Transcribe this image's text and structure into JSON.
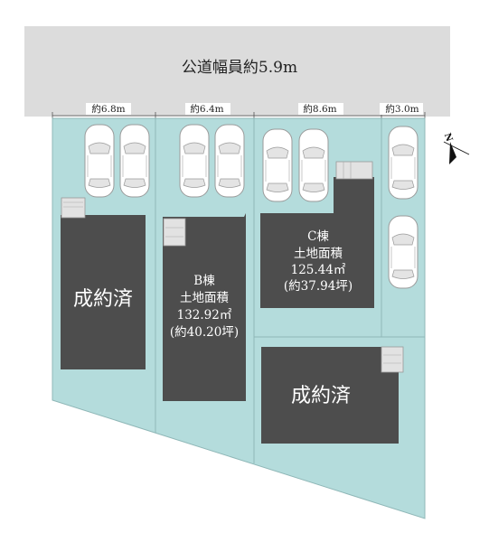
{
  "road": {
    "label": "公道幅員約5.9m"
  },
  "frontage_dimensions": [
    {
      "label": "約6.8m"
    },
    {
      "label": "約6.4m"
    },
    {
      "label": "約8.6m"
    },
    {
      "label": "約3.0m"
    }
  ],
  "compass": {
    "label": "N"
  },
  "plots": {
    "a": {
      "status": "成約済"
    },
    "b": {
      "name": "B棟",
      "area_label": "土地面積",
      "area_sqm": "132.92㎡",
      "area_tsubo": "(約40.20坪)"
    },
    "c": {
      "name": "C棟",
      "area_label": "土地面積",
      "area_sqm": "125.44㎡",
      "area_tsubo": "(約37.94坪)"
    },
    "d": {
      "status": "成約済"
    }
  },
  "colors": {
    "road": "#dcdcdc",
    "land": "#b4dcdc",
    "building": "#4d4d4d",
    "boundary": "#8fb7b7",
    "car": "#ffffff"
  }
}
